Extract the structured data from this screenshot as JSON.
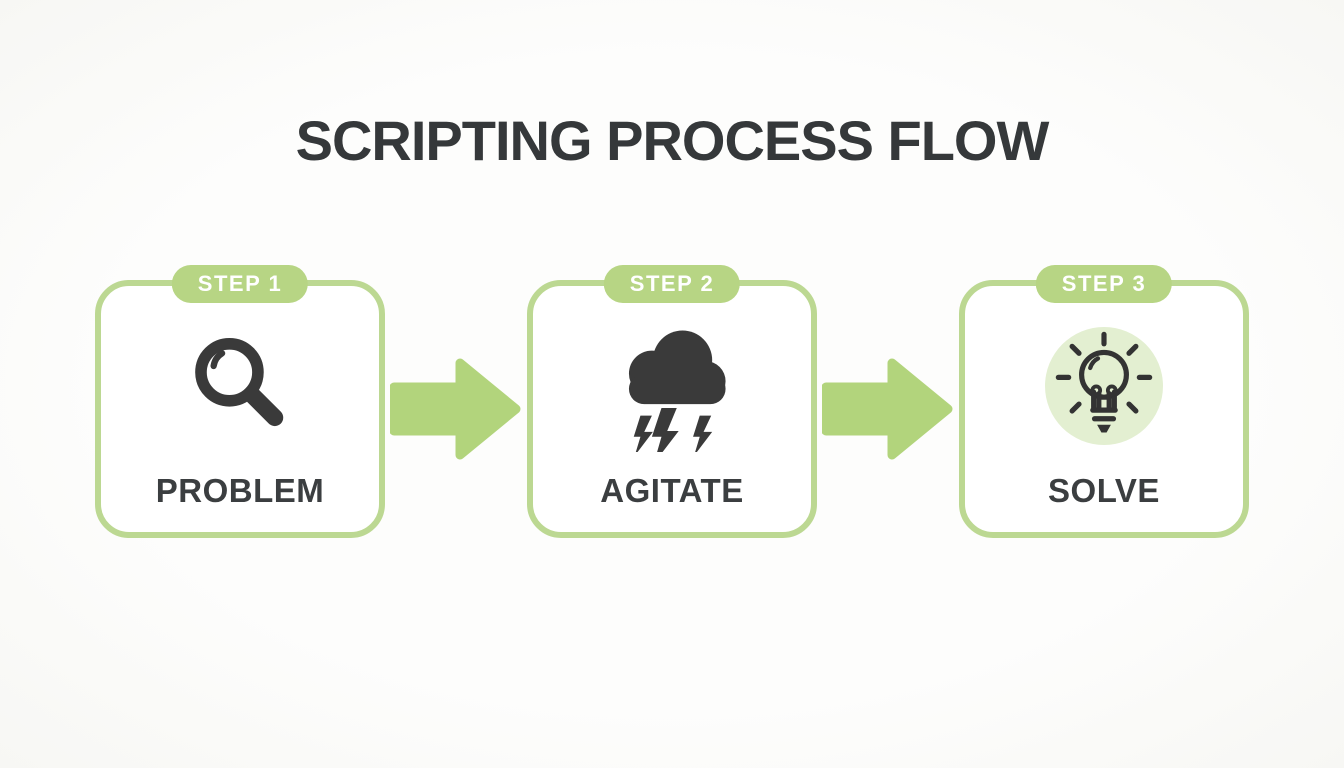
{
  "title": {
    "text": "SCRIPTING PROCESS FLOW"
  },
  "steps": [
    {
      "badge": "STEP 1",
      "label": "PROBLEM",
      "icon": "magnifier-icon"
    },
    {
      "badge": "STEP 2",
      "label": "AGITATE",
      "icon": "storm-cloud-lightning-icon"
    },
    {
      "badge": "STEP 3",
      "label": "SOLVE",
      "icon": "lightbulb-icon"
    }
  ],
  "arrows": [
    {
      "icon": "arrow-right-icon"
    },
    {
      "icon": "arrow-right-icon"
    }
  ],
  "colors": {
    "background": "#fbfbf9",
    "card_background": "#ffffff",
    "card_border_green": "#bcd892",
    "accent_green": "#b2d47c",
    "badge_green": "#b7d584",
    "badge_text": "#ffffff",
    "icon_dark": "#3a3a3a",
    "title_text": "#35383a",
    "bulb_circle_background": "#e3efd1"
  }
}
